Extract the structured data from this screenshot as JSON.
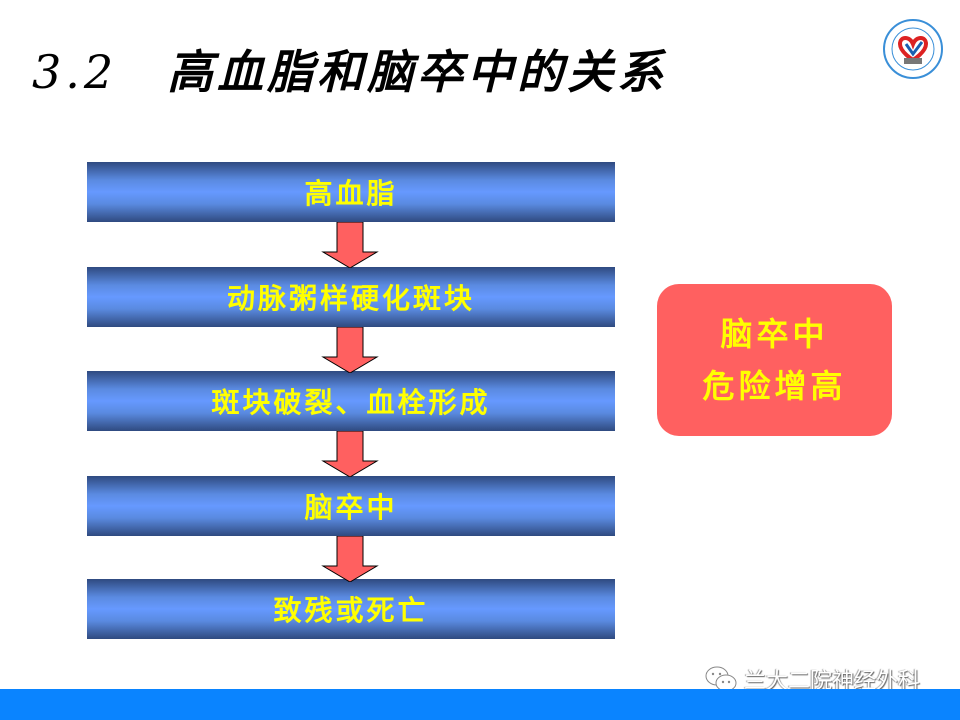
{
  "title": {
    "number": "3.2",
    "text": "高血脂和脑卒中的关系"
  },
  "logo": {
    "icon": "hospital-seal-logo"
  },
  "flow": [
    {
      "label": "高血脂"
    },
    {
      "label": "动脉粥样硬化斑块"
    },
    {
      "label": "斑块破裂、血栓形成"
    },
    {
      "label": "脑卒中"
    },
    {
      "label": "致残或死亡"
    }
  ],
  "risk_box": {
    "line1": "脑卒中",
    "line2": "危险增高"
  },
  "watermark": {
    "icon": "wechat-icon",
    "text": "兰大二院神经外科"
  },
  "colors": {
    "step_text": "#ffff00",
    "arrow": "#ff6060",
    "risk_bg": "#ff6060",
    "footer": "#0a84ff"
  }
}
